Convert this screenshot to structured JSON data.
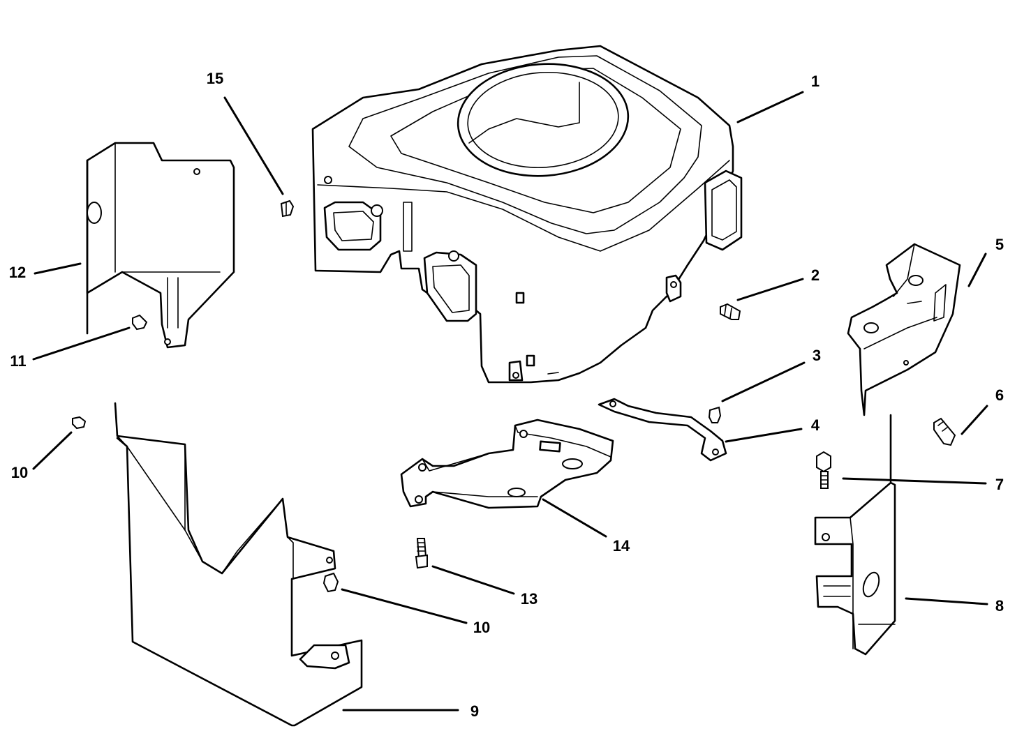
{
  "callouts": {
    "c1": "1",
    "c2": "2",
    "c3": "3",
    "c4": "4",
    "c5": "5",
    "c6": "6",
    "c7": "7",
    "c8": "8",
    "c9": "9",
    "c10a": "10",
    "c10b": "10",
    "c11": "11",
    "c12": "12",
    "c13": "13",
    "c14": "14",
    "c15": "15"
  },
  "colors": {
    "line": "#000000",
    "background": "#ffffff"
  }
}
